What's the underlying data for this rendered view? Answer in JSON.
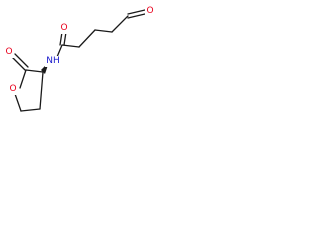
{
  "molecule": {
    "atoms": {
      "aldehyde_oxygen": {
        "symbol": "O",
        "color": "#e8001c"
      },
      "amide_oxygen": {
        "symbol": "O",
        "color": "#e8001c"
      },
      "amide_nitrogen": {
        "symbol": "NH",
        "color": "#1a1acc"
      },
      "lactone_carbonyl_oxygen": {
        "symbol": "O",
        "color": "#e8001c"
      },
      "lactone_ring_oxygen": {
        "symbol": "O",
        "color": "#e8001c"
      }
    },
    "bond_color": "#1a1a1a"
  }
}
